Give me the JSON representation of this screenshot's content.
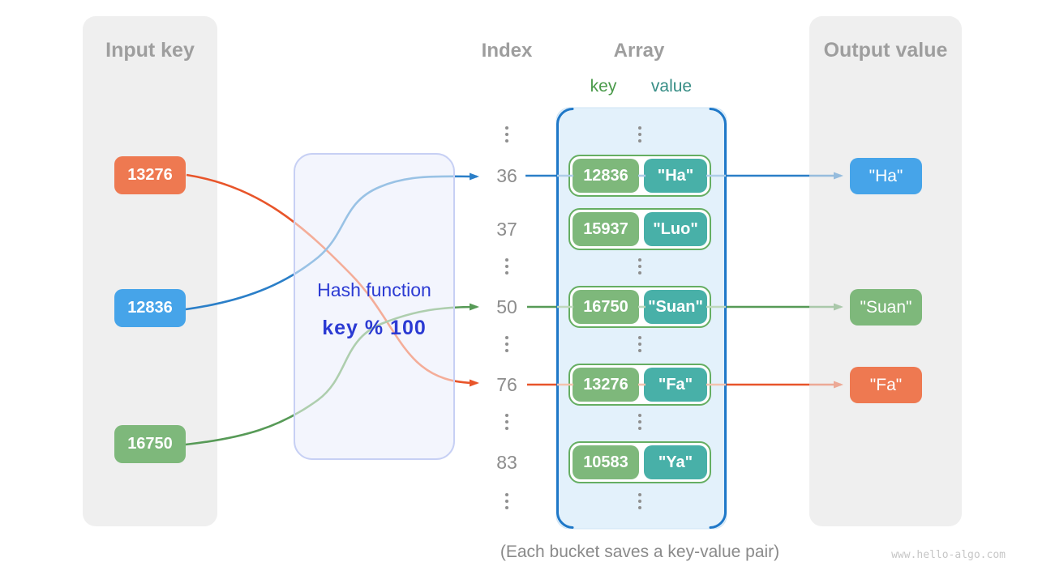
{
  "panels": {
    "input": {
      "title": "Input key"
    },
    "output": {
      "title": "Output value"
    }
  },
  "hash_function": {
    "name": "Hash function",
    "formula": "key % 100"
  },
  "labels": {
    "index": "Index",
    "array": "Array",
    "key": "key",
    "value": "value"
  },
  "input_keys": [
    "13276",
    "12836",
    "16750"
  ],
  "index_values": [
    "36",
    "37",
    "50",
    "76",
    "83"
  ],
  "buckets": [
    {
      "key": "12836",
      "value": "\"Ha\""
    },
    {
      "key": "15937",
      "value": "\"Luo\""
    },
    {
      "key": "16750",
      "value": "\"Suan\""
    },
    {
      "key": "13276",
      "value": "\"Fa\""
    },
    {
      "key": "10583",
      "value": "\"Ya\""
    }
  ],
  "output_values": [
    "\"Ha\"",
    "\"Suan\"",
    "\"Fa\""
  ],
  "caption": "(Each bucket saves a key-value pair)",
  "watermark": "www.hello-algo.com",
  "colors": {
    "key_orange": "#ee7951",
    "key_blue": "#46a4e9",
    "key_green": "#7eb87b",
    "value_teal": "#48b0a8",
    "arrow_blue": "#2b7fc8",
    "arrow_green": "#579a57",
    "arrow_orange": "#e8552a",
    "panel_bg": "#efefef",
    "array_fill": "#e3f1fb",
    "array_border": "#1f78c8",
    "bucket_border": "#65ae62",
    "hash_box_fill": "#e7ebfb",
    "hash_box_border": "#c7d0f4",
    "hash_text": "#2b3ad3",
    "gray_text": "#9e9e9e"
  }
}
